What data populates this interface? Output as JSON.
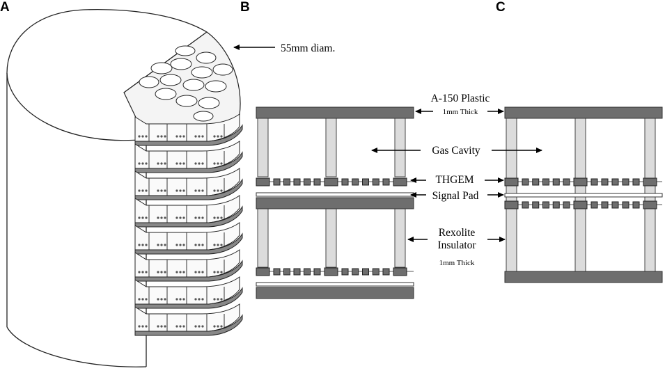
{
  "panels": {
    "a": {
      "letter": "A",
      "diameter_label": "55mm diam."
    },
    "b": {
      "letter": "B"
    },
    "c": {
      "letter": "C"
    }
  },
  "labels": {
    "plastic": "A-150 Plastic",
    "plastic_thick": "1mm Thick",
    "gas_cavity": "Gas Cavity",
    "thgem": "THGEM",
    "signal_pad": "Signal Pad",
    "rexolite": "Rexolite",
    "insulator": "Insulator",
    "insulator_thick": "1mm Thick"
  },
  "colors": {
    "plate": "#6e6e6e",
    "pillar": "#dcdcdc",
    "thgem_block": "#6e6e6e",
    "line": "#222222"
  }
}
